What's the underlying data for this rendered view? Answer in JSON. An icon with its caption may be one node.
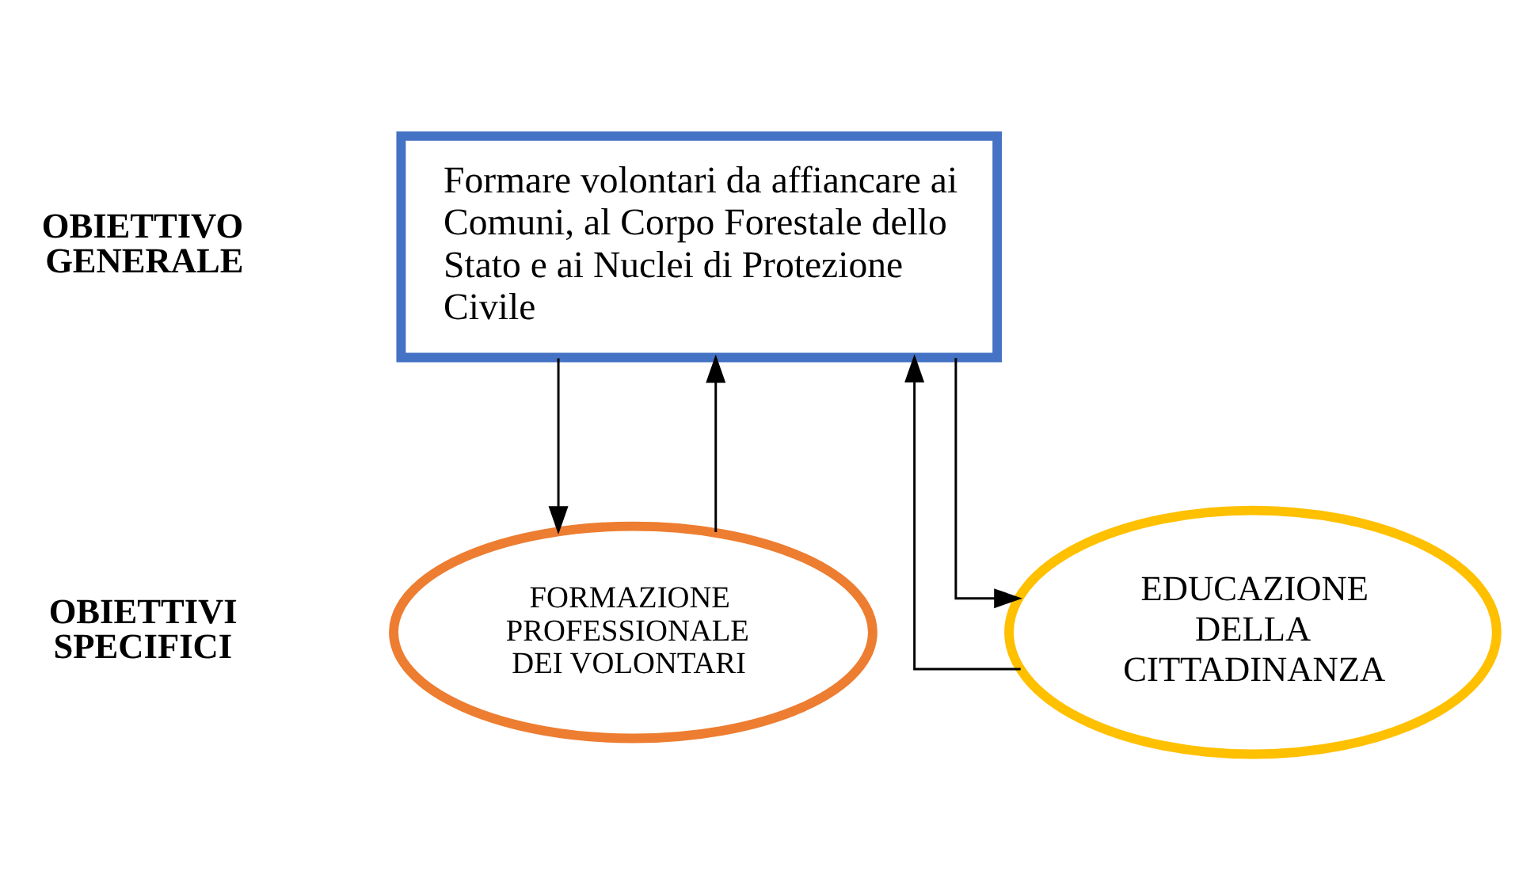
{
  "diagram": {
    "nodes": [
      {
        "text": [
          "Formare volontari da affiancare ai Comuni, al Corpo Forestale dello Stato e ai Nuclei di Protezione Civile"
        ]
      },
      {
        "text": [
          "FORMAZIONE PROFESSIONALE DEI VOLONTARI"
        ]
      },
      {
        "text": [
          "EDUCAZIONE DELLA CITTADINANZA"
        ]
      }
    ],
    "edges": [
      {
        "from": 0,
        "to": 1,
        "arrow": "to"
      },
      {
        "from": 0,
        "to": 2,
        "arrow": "to"
      },
      {
        "from": 1,
        "to": 0,
        "arrow": "to"
      },
      {
        "from": 2,
        "to": 0,
        "arrow": "to"
      }
    ],
    "labels": [
      "OBIETTIVO GENERALE",
      "OBIETTIVI SPECIFICI"
    ]
  }
}
